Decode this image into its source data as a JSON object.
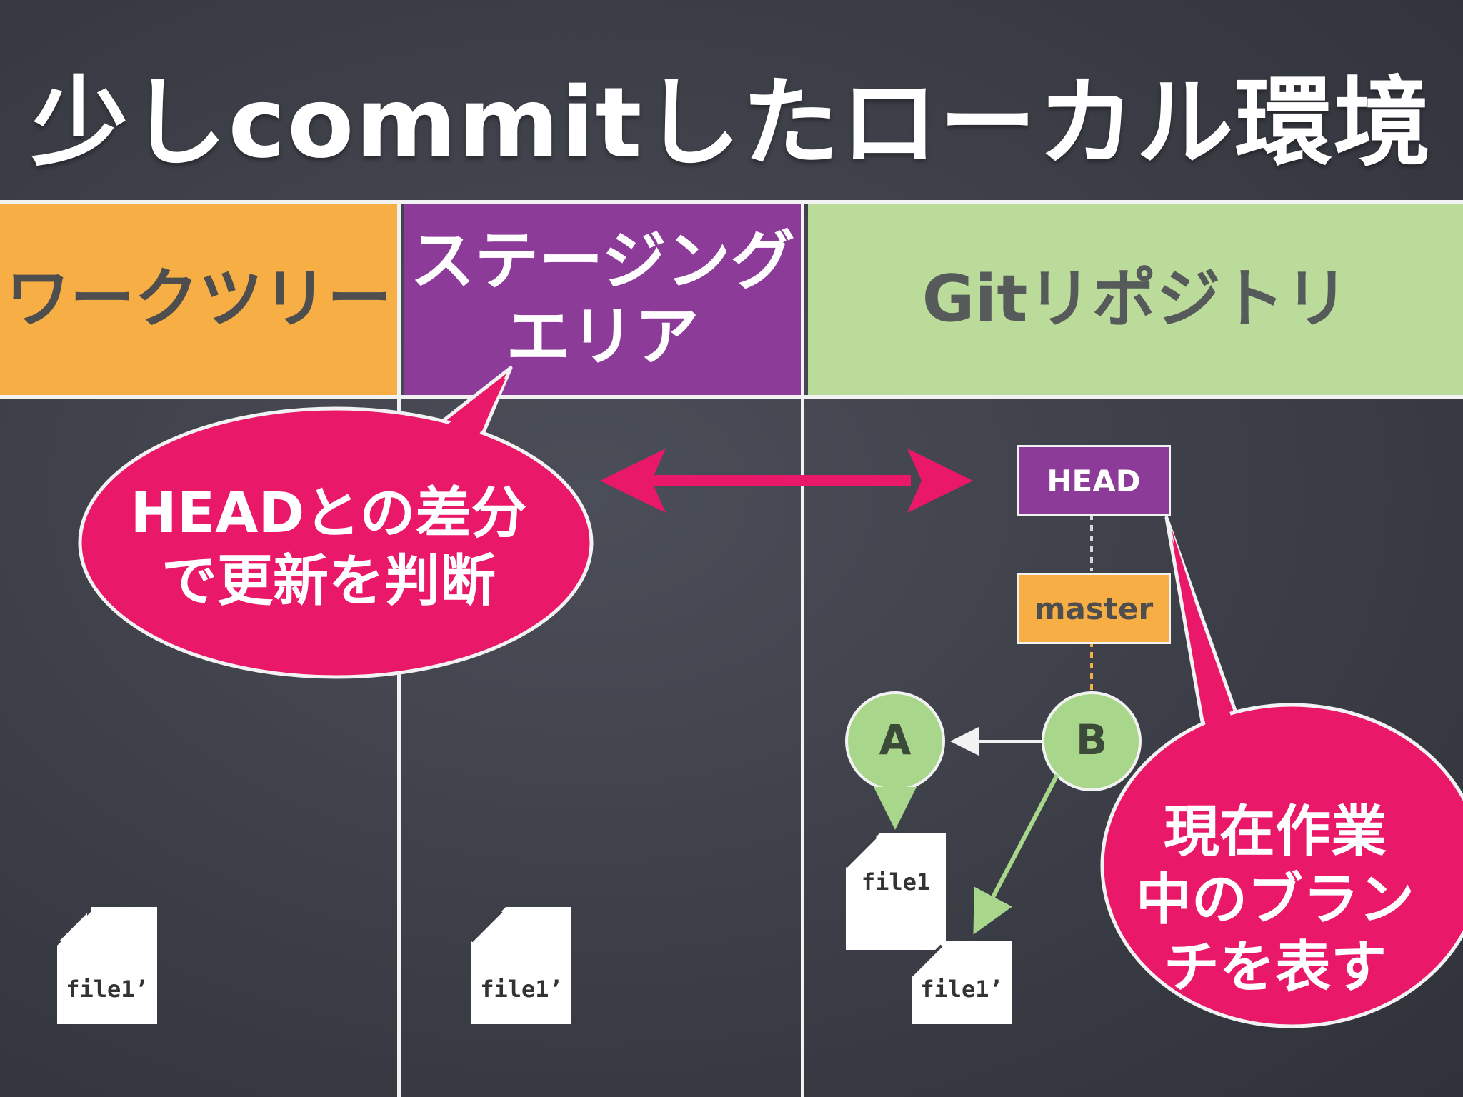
{
  "title": "少しcommitしたローカル環境",
  "columns": {
    "worktree": "ワークツリー",
    "staging": "ステージング\nエリア",
    "repository": "Gitリポジトリ"
  },
  "callouts": {
    "head_diff": "HEADとの差分\nで更新を判断",
    "branch_note": "現在作業\n中のブラン\nチを表す"
  },
  "refs": {
    "head": "HEAD",
    "master": "master"
  },
  "commits": [
    "A",
    "B"
  ],
  "files": {
    "worktree": "file1’",
    "staging": "file1’",
    "commit_a": "file1",
    "commit_b": "file1’"
  },
  "colors": {
    "background": "#3c3e47",
    "worktree": "#f7ae45",
    "staging": "#8c3b99",
    "repository": "#bbdb9a",
    "callout": "#ea1869",
    "commit": "#a8d68a"
  }
}
